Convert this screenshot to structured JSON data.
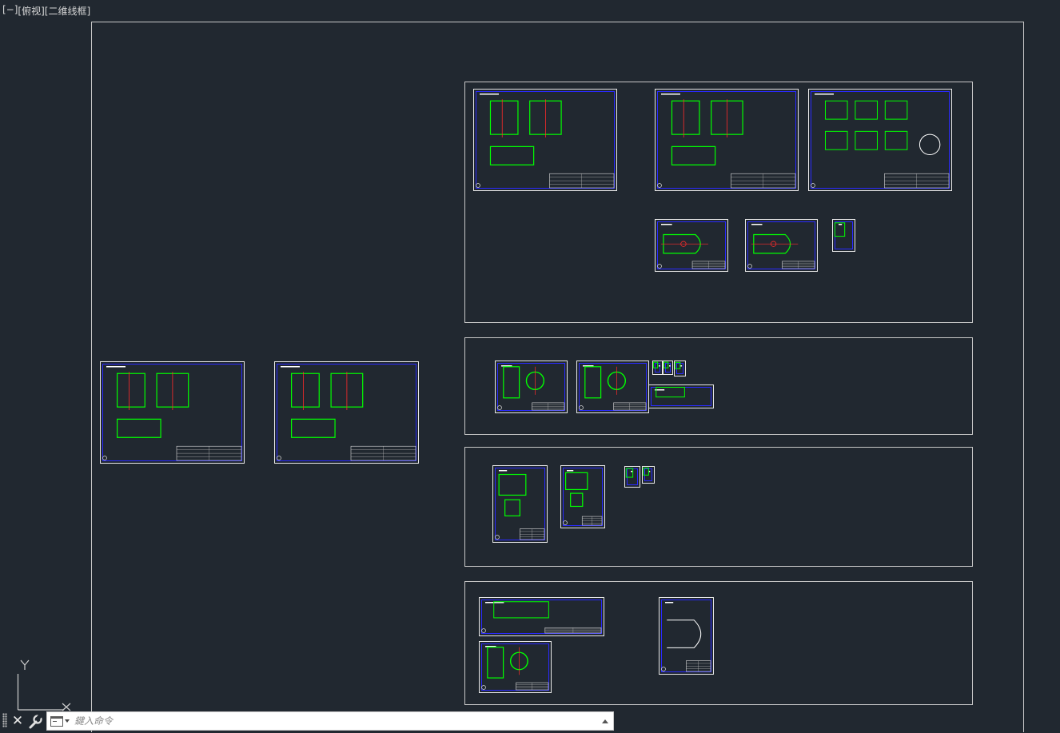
{
  "viewport": {
    "control": "[−]",
    "view": "[俯视]",
    "visual_style": "[二维线框]"
  },
  "ucs": {
    "x_label": "X",
    "y_label": "Y"
  },
  "command_line": {
    "placeholder": "鍵入命令",
    "close_icon": "close-icon",
    "customize_icon": "wrench-icon",
    "prompt_icon": "command-prompt-icon",
    "history_icon": "chevron-up-icon"
  },
  "colors": {
    "background": "#212830",
    "frame": "#d0d0d0",
    "sheet_border": "#2a2aff",
    "geometry": "#00ff00",
    "centerline": "#ff2a2a",
    "annotation": "#ffffff",
    "cyan": "#00e5ff"
  }
}
